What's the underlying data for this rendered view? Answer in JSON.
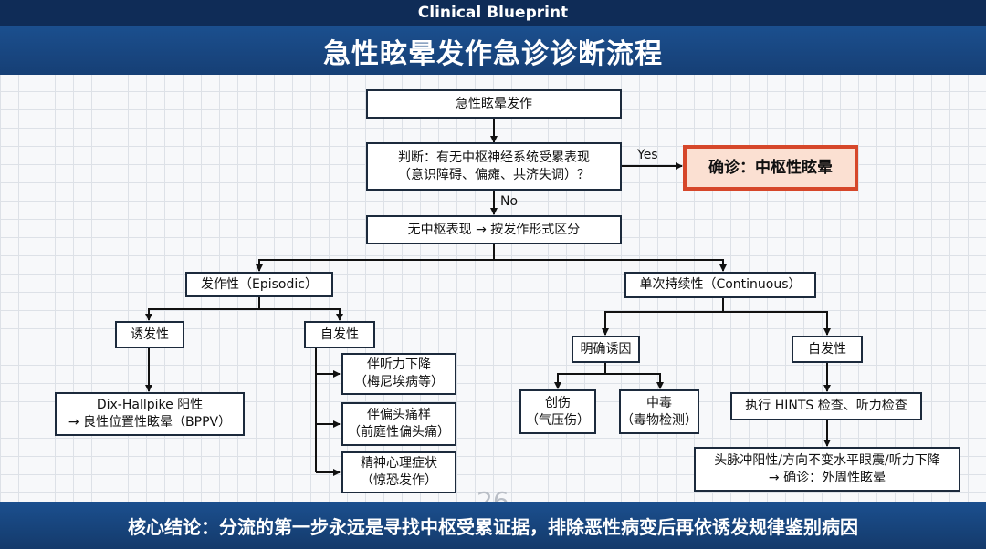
{
  "header": {
    "brand": "Clinical Blueprint",
    "title": "急性眩晕发作急诊诊断流程"
  },
  "flowchart": {
    "start": "急性眩晕发作",
    "judge": {
      "line1": "判断：有无中枢神经系统受累表现",
      "line2": "（意识障碍、偏瘫、共济失调）？"
    },
    "yes_label": "Yes",
    "no_label": "No",
    "central_diagnosis": "确诊：中枢性眩晕",
    "classify": "无中枢表现 → 按发作形式区分",
    "episodic": "发作性（Episodic）",
    "continuous": "单次持续性（Continuous）",
    "triggered": "诱发性",
    "spontaneous_episodic": "自发性",
    "dix_hallpike": {
      "line1": "Dix-Hallpike 阳性",
      "line2": "→ 良性位置性眩晕（BPPV）"
    },
    "hearing_loss": {
      "line1": "伴听力下降",
      "line2": "（梅尼埃病等）"
    },
    "migraine": {
      "line1": "伴偏头痛样",
      "line2": "（前庭性偏头痛）"
    },
    "psych": {
      "line1": "精神心理症状",
      "line2": "（惊恐发作）"
    },
    "clear_cause": "明确诱因",
    "spontaneous_continuous": "自发性",
    "trauma": {
      "line1": "创伤",
      "line2": "（气压伤）"
    },
    "poison": {
      "line1": "中毒",
      "line2": "（毒物检测）"
    },
    "hints": "执行 HINTS 检查、听力检查",
    "peripheral": {
      "line1": "头脉冲阳性/方向不变水平眼震/听力下降",
      "line2": "→ 确诊：外周性眩晕"
    }
  },
  "page_number": "26",
  "footer": {
    "conclusion": "核心结论：分流的第一步永远是寻找中枢受累证据，排除恶性病变后再依诱发规律鉴别病因"
  },
  "colors": {
    "header_navy": "#0f2c57",
    "title_blue": "#1b4f8e",
    "confirm_border": "#d6472a",
    "confirm_fill": "#fbe0d2"
  }
}
